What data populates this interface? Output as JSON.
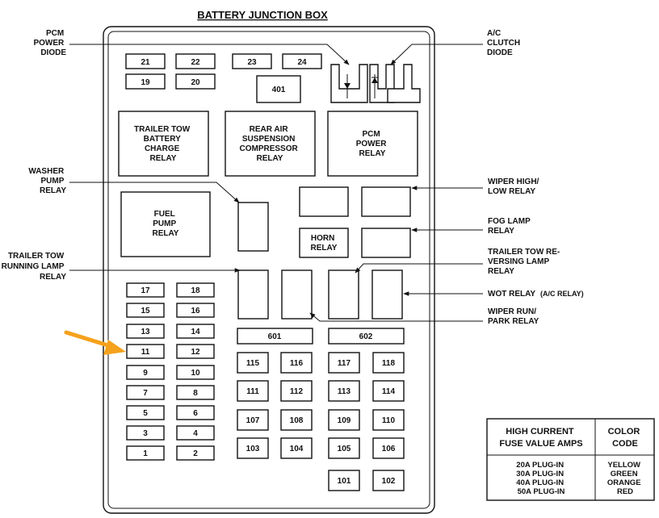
{
  "title": "BATTERY JUNCTION BOX",
  "callouts": {
    "pcm_power_diode": [
      "PCM",
      "POWER",
      "DIODE"
    ],
    "ac_clutch_diode": [
      "A/C",
      "CLUTCH",
      "DIODE"
    ],
    "washer_pump_relay": [
      "WASHER",
      "PUMP",
      "RELAY"
    ],
    "trailer_tow_running_lamp_relay": [
      "TRAILER TOW",
      "RUNNING LAMP",
      "RELAY"
    ],
    "wiper_high_low_relay": [
      "WIPER HIGH/",
      "LOW RELAY"
    ],
    "fog_lamp_relay": [
      "FOG LAMP",
      "RELAY"
    ],
    "trailer_tow_reversing_lamp_relay": [
      "TRAILER TOW RE-",
      "VERSING LAMP",
      "RELAY"
    ],
    "wot_relay": "WOT RELAY",
    "wot_relay_note": "(A/C RELAY)",
    "wiper_run_park_relay": [
      "WIPER RUN/",
      "PARK RELAY"
    ]
  },
  "relays": {
    "trailer_tow_battery_charge": [
      "TRAILER TOW",
      "BATTERY",
      "CHARGE",
      "RELAY"
    ],
    "rear_air_suspension_compressor": [
      "REAR AIR",
      "SUSPENSION",
      "COMPRESSOR",
      "RELAY"
    ],
    "pcm_power": [
      "PCM",
      "POWER",
      "RELAY"
    ],
    "fuel_pump": [
      "FUEL",
      "PUMP",
      "RELAY"
    ],
    "horn": [
      "HORN",
      "RELAY"
    ]
  },
  "fuses": {
    "f21": "21",
    "f22": "22",
    "f23": "23",
    "f24": "24",
    "f19": "19",
    "f20": "20",
    "f401": "401",
    "f17": "17",
    "f18": "18",
    "f15": "15",
    "f16": "16",
    "f13": "13",
    "f14": "14",
    "f11": "11",
    "f12": "12",
    "f9": "9",
    "f10": "10",
    "f7": "7",
    "f8": "8",
    "f5": "5",
    "f6": "6",
    "f3": "3",
    "f4": "4",
    "f1": "1",
    "f2": "2",
    "f601": "601",
    "f602": "602",
    "f115": "115",
    "f116": "116",
    "f117": "117",
    "f118": "118",
    "f111": "111",
    "f112": "112",
    "f113": "113",
    "f114": "114",
    "f107": "107",
    "f108": "108",
    "f109": "109",
    "f110": "110",
    "f103": "103",
    "f104": "104",
    "f105": "105",
    "f106": "106",
    "f101": "101",
    "f102": "102"
  },
  "legend": {
    "header_left": [
      "HIGH CURRENT",
      "FUSE VALUE AMPS"
    ],
    "header_right": [
      "COLOR",
      "CODE"
    ],
    "values": [
      "20A PLUG-IN",
      "30A PLUG-IN",
      "40A PLUG-IN",
      "50A PLUG-IN"
    ],
    "colors": [
      "YELLOW",
      "GREEN",
      "ORANGE",
      "RED"
    ]
  },
  "highlight": {
    "fuse": "11",
    "arrow_color": "#f5a11c"
  }
}
